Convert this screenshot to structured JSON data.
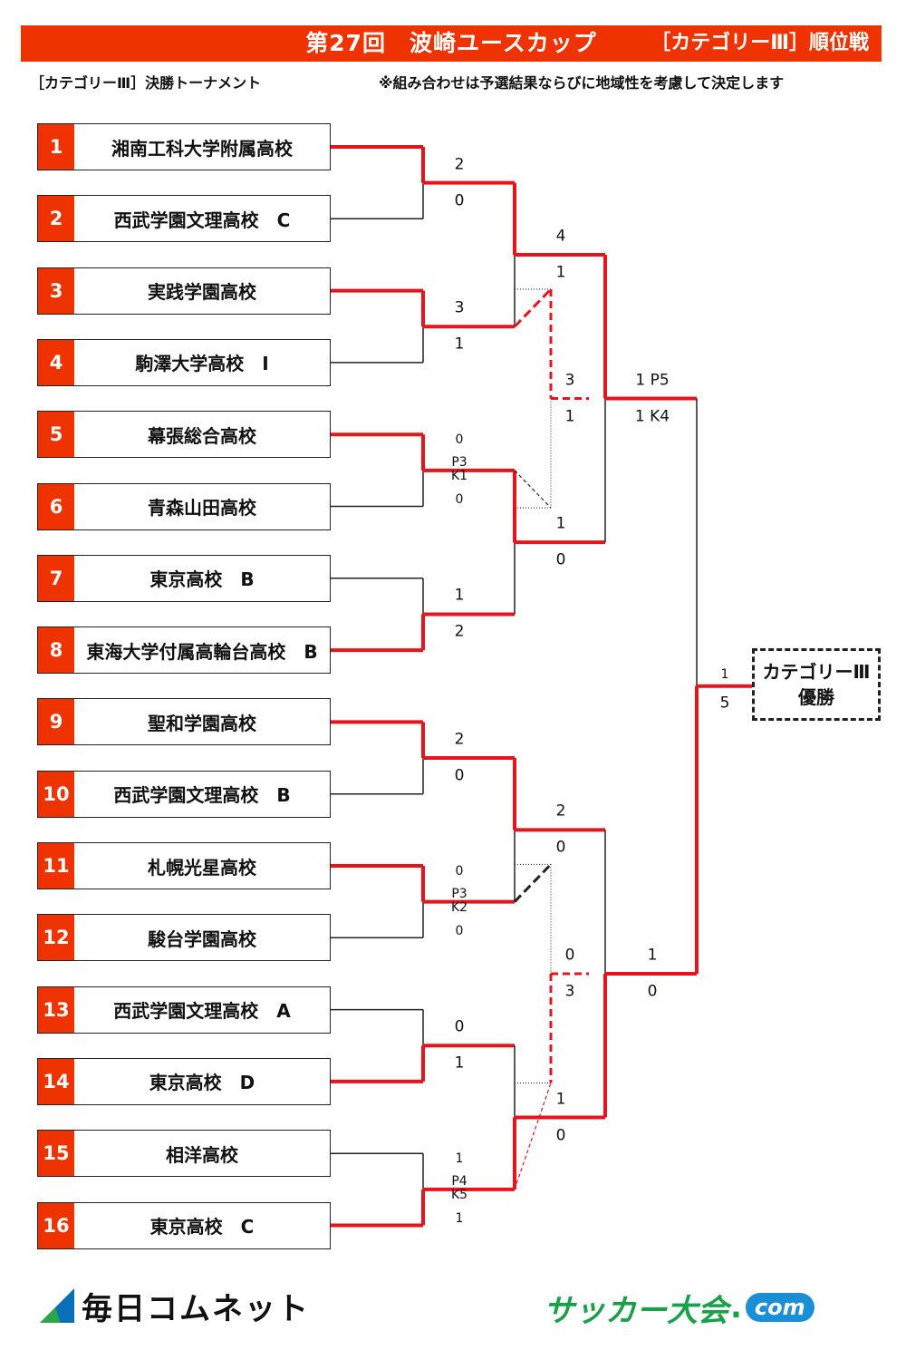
{
  "header": {
    "title": "第27回　波崎ユースカップ",
    "category_label": "［カテゴリーⅢ］順位戦"
  },
  "subheader": {
    "left": "［カテゴリーⅢ］決勝トーナメント",
    "note": "※組み合わせは予選結果ならびに地域性を考慮して決定します"
  },
  "teams": [
    {
      "seed": "1",
      "name": "湘南工科大学附属高校"
    },
    {
      "seed": "2",
      "name": "西武学園文理高校　C"
    },
    {
      "seed": "3",
      "name": "実践学園高校"
    },
    {
      "seed": "4",
      "name": "駒澤大学高校　I"
    },
    {
      "seed": "5",
      "name": "幕張総合高校"
    },
    {
      "seed": "6",
      "name": "青森山田高校"
    },
    {
      "seed": "7",
      "name": "東京高校　B"
    },
    {
      "seed": "8",
      "name": "東海大学付属高輪台高校　B"
    },
    {
      "seed": "9",
      "name": "聖和学園高校"
    },
    {
      "seed": "10",
      "name": "西武学園文理高校　B"
    },
    {
      "seed": "11",
      "name": "札幌光星高校"
    },
    {
      "seed": "12",
      "name": "駿台学園高校"
    },
    {
      "seed": "13",
      "name": "西武学園文理高校　A"
    },
    {
      "seed": "14",
      "name": "東京高校　D"
    },
    {
      "seed": "15",
      "name": "相洋高校"
    },
    {
      "seed": "16",
      "name": "東京高校　C"
    }
  ],
  "scores": {
    "r1": [
      {
        "top": "2",
        "bottom": "0"
      },
      {
        "top": "3",
        "bottom": "1"
      },
      {
        "top": "0",
        "pk_top": "P3",
        "pk_bottom": "K1",
        "bottom": "0"
      },
      {
        "top": "1",
        "bottom": "2"
      },
      {
        "top": "2",
        "bottom": "0"
      },
      {
        "top": "0",
        "pk_top": "P3",
        "pk_bottom": "K2",
        "bottom": "0"
      },
      {
        "top": "0",
        "bottom": "1"
      },
      {
        "top": "1",
        "pk_top": "P4",
        "pk_bottom": "K5",
        "bottom": "1"
      }
    ],
    "r2": [
      {
        "top": "4",
        "bottom": "1"
      },
      {
        "top": "1",
        "bottom": "0"
      },
      {
        "top": "2",
        "bottom": "0"
      },
      {
        "top": "1",
        "bottom": "0"
      }
    ],
    "r2_third": [
      {
        "top": "3",
        "bottom": "1"
      },
      {
        "top": "0",
        "bottom": "3"
      }
    ],
    "semi": [
      {
        "top": "1 P5",
        "bottom": "1 K4"
      },
      {
        "top": "1",
        "bottom": "0"
      }
    ],
    "final": {
      "top": "1",
      "bottom": "5"
    }
  },
  "champion": {
    "line1": "カテゴリーⅢ",
    "line2": "優勝"
  },
  "footer": {
    "left_logo": "毎日コムネット",
    "right_logo": "サッカー大会",
    "right_logo_dot": ".",
    "right_logo_suffix": "com"
  },
  "colors": {
    "accent": "#ee3300",
    "winner_line": "#e8141c",
    "line": "#222222"
  }
}
